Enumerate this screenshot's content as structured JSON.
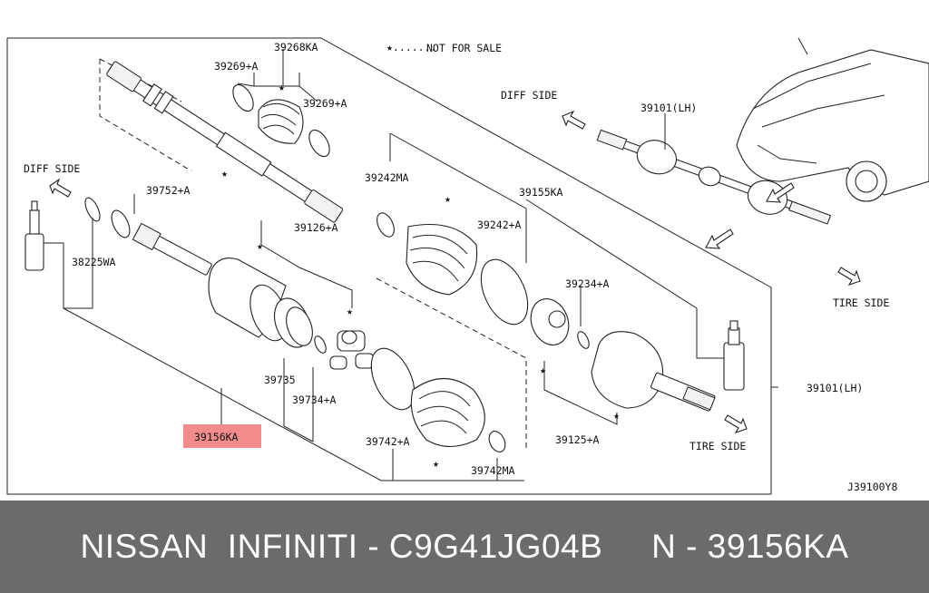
{
  "diagram": {
    "legend_not_for_sale": "NOT FOR SALE",
    "highlight_color": "#f28b8b",
    "labels": {
      "p39268KA": "39268KA",
      "p39269A_top": "39269+A",
      "p39269A_right": "39269+A",
      "p39752A": "39752+A",
      "p38225WA": "38225WA",
      "p39126A": "39126+A",
      "p39242MA": "39242MA",
      "p39242A": "39242+A",
      "p39155KA": "39155KA",
      "p39234A": "39234+A",
      "p39735": "39735",
      "p39734A": "39734+A",
      "p39742A": "39742+A",
      "p39742MA": "39742MA",
      "p39125A": "39125+A",
      "p39156KA": "39156KA",
      "p39101LH_top": "39101(LH)",
      "p39101LH_right": "39101(LH)"
    },
    "diff_side_left": "DIFF SIDE",
    "diff_side_right": "DIFF SIDE",
    "tire_side_right": "TIRE SIDE",
    "tire_side_bottom": "TIRE SIDE",
    "diagram_code": "J39100Y8"
  },
  "footer": {
    "text": "NISSAN  INFINITI - C9G41JG04B     N - 39156KA"
  }
}
